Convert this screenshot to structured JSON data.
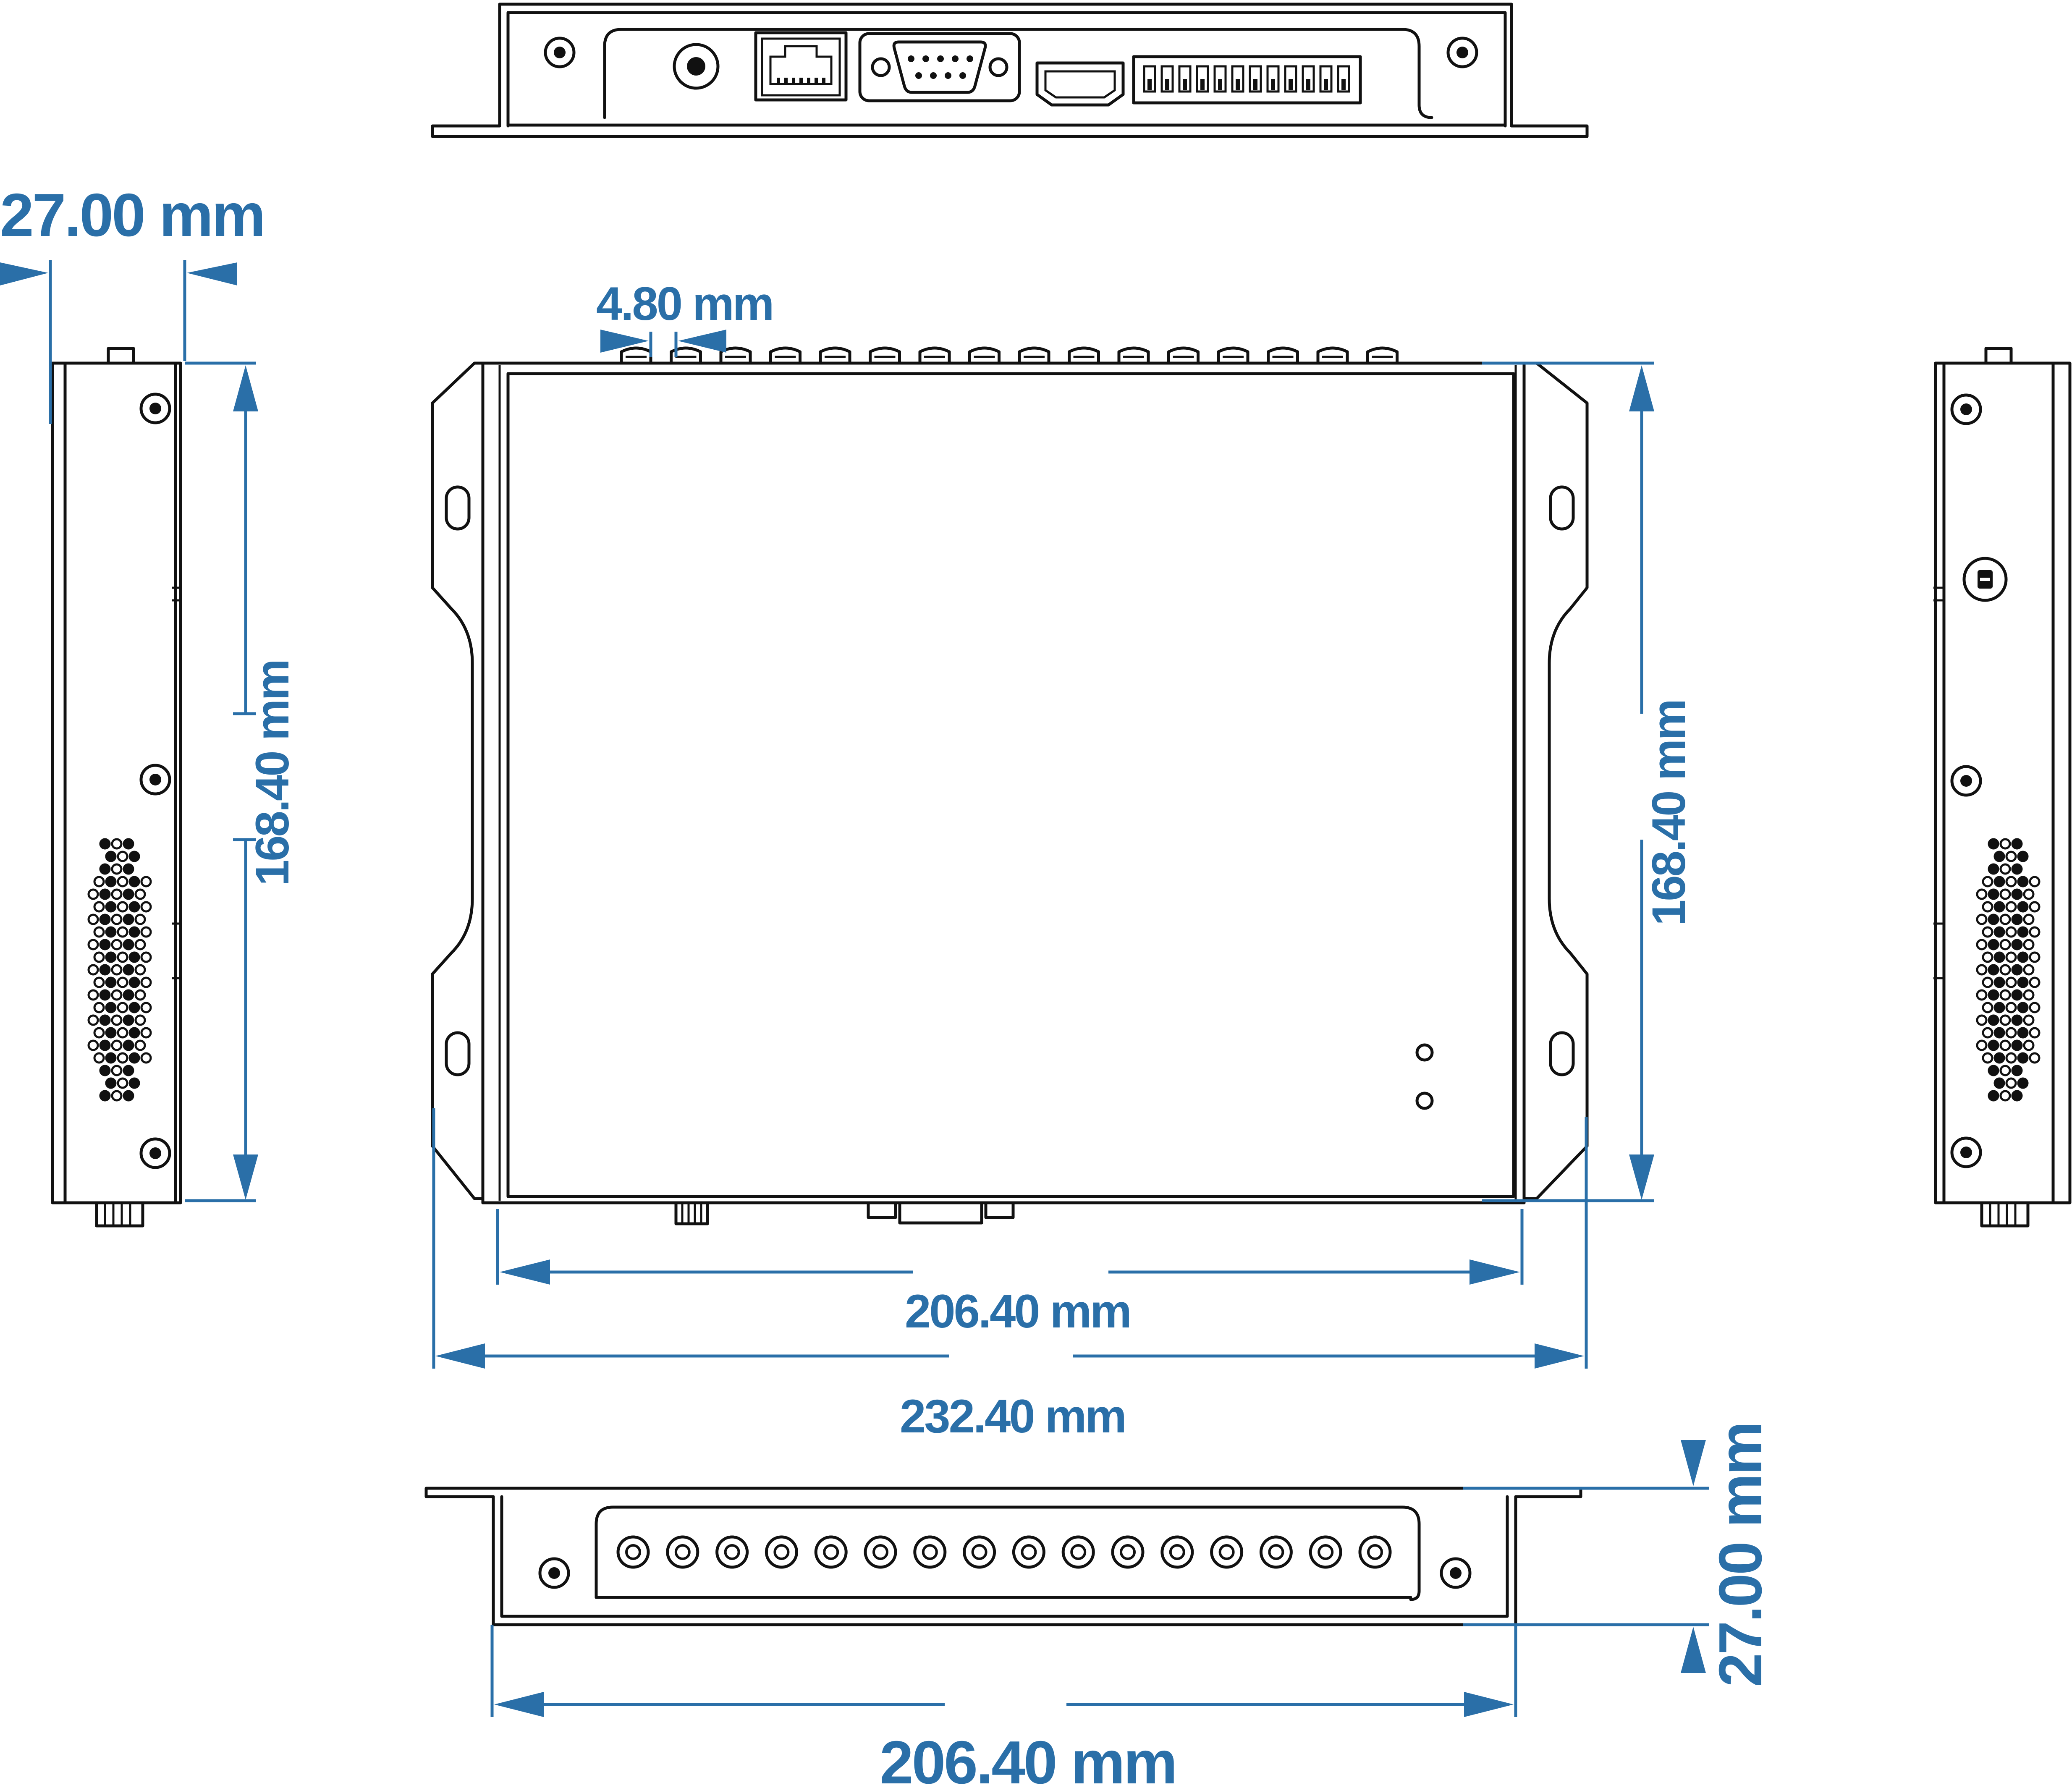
{
  "dimensions": {
    "side_width": "27.00 mm",
    "port_pitch": "4.80 mm",
    "side_height_left": "168.40 mm",
    "side_height_right": "168.40 mm",
    "inner_width": "206.40 mm",
    "overall_width": "232.40 mm",
    "bottom_width": "206.40 mm",
    "bottom_height": "27.00 mm"
  },
  "colors": {
    "dimension": "#2a6fa8",
    "outline": "#111111",
    "background": "#ffffff"
  },
  "views": {
    "top_connectors": [
      "dc-power-jack",
      "rj45-ethernet-port",
      "db9-serial-port",
      "hdmi-port",
      "terminal-block"
    ],
    "terminal_pins": 12,
    "front_io_ports": 16,
    "top_edge_ports": 16
  }
}
